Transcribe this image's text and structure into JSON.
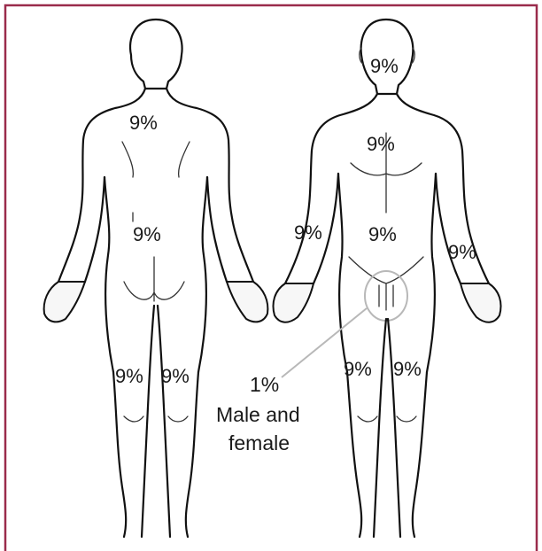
{
  "labels": {
    "back_upper_trunk": "9%",
    "back_lower_trunk": "9%",
    "back_left_leg": "9%",
    "back_right_leg": "9%",
    "front_head": "9%",
    "front_chest": "9%",
    "front_abdomen": "9%",
    "front_left_arm": "9%",
    "front_right_arm": "9%",
    "front_left_leg": "9%",
    "front_right_leg": "9%"
  },
  "genital_note": {
    "percent": "1%",
    "line1": "Male and",
    "line2": "female"
  },
  "colors": {
    "border": "#9a2b4c",
    "callout": "#b8b8b8",
    "outline": "#111111"
  }
}
